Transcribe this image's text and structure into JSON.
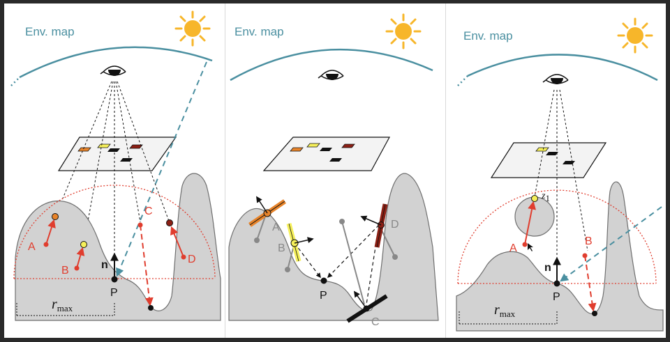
{
  "env_label": "Env. map",
  "labels": {
    "A": "A",
    "B": "B",
    "C": "C",
    "D": "D",
    "P": "P",
    "n": "n",
    "r": "r",
    "max": "max",
    "z": "z",
    "z_sub": "1"
  },
  "colors": {
    "env_arc": "#4a8fa0",
    "terrain": "#d2d2d2",
    "terrain_stroke": "#6e6e6e",
    "red": "#e03d2e",
    "orange": "#e8842a",
    "yellow": "#f6f05a",
    "darkred": "#8b1f14",
    "sun": "#f7b62a"
  },
  "icons": [
    "sun-icon",
    "eye-icon"
  ]
}
